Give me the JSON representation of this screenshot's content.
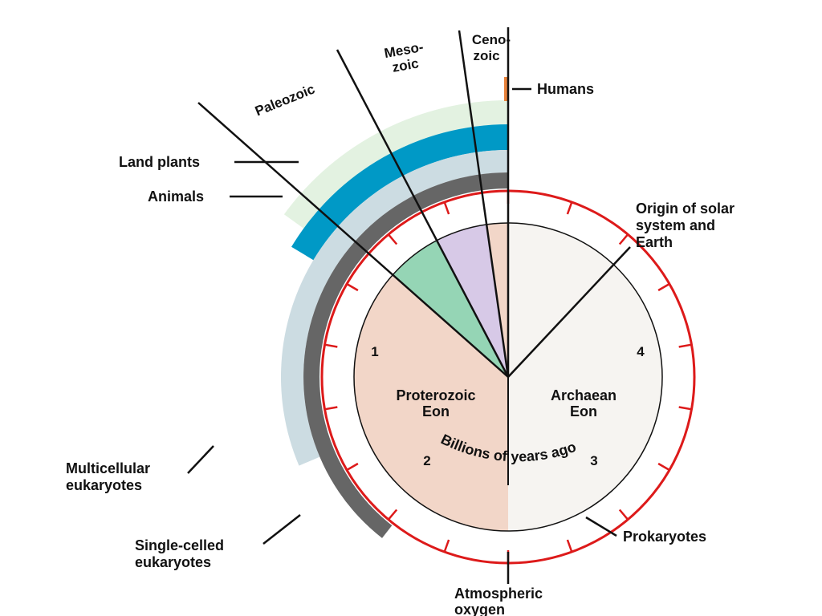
{
  "colors": {
    "paleozoic_band": "#e3f2e1",
    "land_plants": "#0099c6",
    "animals": "#ccdce2",
    "multicellular": "#666666",
    "single_celled": "#f8b49a",
    "prokaryotes": "#fdcc4e",
    "clock_ring": "#dd1a1a",
    "proterozoic": "#f2d6c8",
    "archaean": "#f6f4f1",
    "paleozoic_wedge": "#95d5b5",
    "mesozoic_wedge": "#d7c9e7",
    "humans": "#e8823c"
  },
  "eras": {
    "paleozoic": "Paleozoic",
    "mesozoic_1": "Meso-",
    "mesozoic_2": "zoic",
    "cenozoic_1": "Ceno-",
    "cenozoic_2": "zoic"
  },
  "labels": {
    "humans": "Humans",
    "land_plants": "Land plants",
    "animals": "Animals",
    "origin_1": "Origin of solar",
    "origin_2": "system and",
    "origin_3": "Earth",
    "multicellular_1": "Multicellular",
    "multicellular_2": "eukaryotes",
    "single_celled_1": "Single-celled",
    "single_celled_2": "eukaryotes",
    "prokaryotes": "Prokaryotes",
    "oxygen_1": "Atmospheric",
    "oxygen_2": "oxygen"
  },
  "clock": {
    "center_text": "Billions of years ago",
    "tick_1": "1",
    "tick_2": "2",
    "tick_3": "3",
    "tick_4": "4",
    "proterozoic_1": "Proterozoic",
    "proterozoic_2": "Eon",
    "archaean_1": "Archaean",
    "archaean_2": "Eon"
  }
}
